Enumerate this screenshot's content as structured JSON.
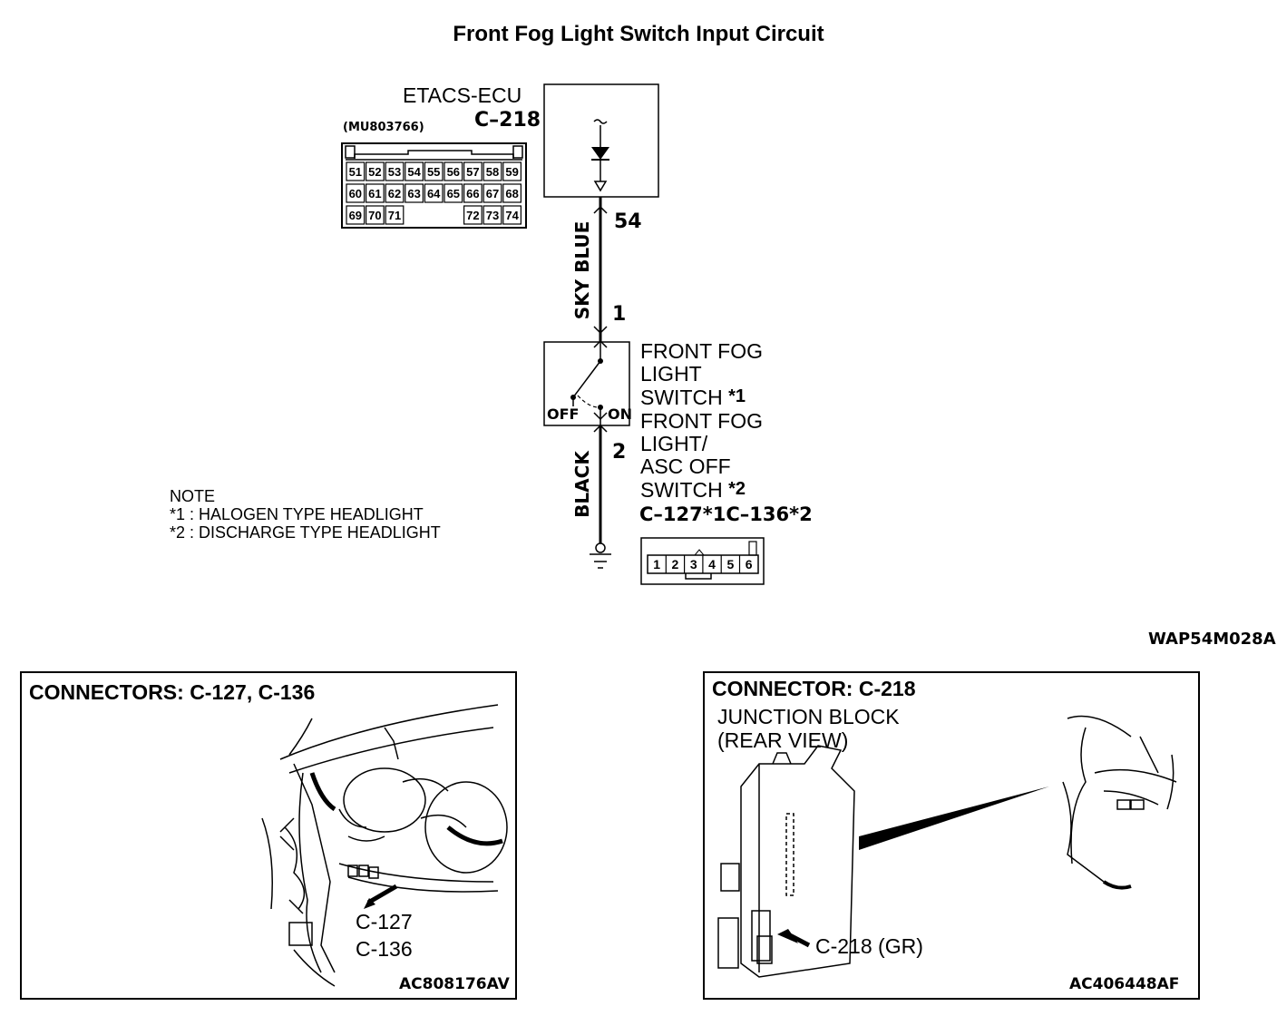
{
  "title": "Front Fog Light Switch Input Circuit",
  "ecu": {
    "name": "ETACS-ECU",
    "connector": "C–218",
    "part_number": "(MU803766)",
    "pins_row1": [
      "51",
      "52",
      "53",
      "54",
      "55",
      "56",
      "57",
      "58",
      "59"
    ],
    "pins_row2": [
      "60",
      "61",
      "62",
      "63",
      "64",
      "65",
      "66",
      "67",
      "68"
    ],
    "pins_row3": [
      "69",
      "70",
      "71",
      "72",
      "73",
      "74"
    ]
  },
  "wires": {
    "top_pin": "54",
    "top_color": "SKY BLUE",
    "switch_pin_in": "1",
    "switch_pin_out": "2",
    "bottom_color": "BLACK"
  },
  "switch": {
    "off_label": "OFF",
    "on_label": "ON",
    "label1_lines": [
      "FRONT FOG",
      "LIGHT",
      "SWITCH"
    ],
    "label1_mark": "*1",
    "label2_lines": [
      "FRONT FOG",
      "LIGHT/",
      "ASC OFF",
      "SWITCH"
    ],
    "label2_mark": "*2",
    "connectors": "C–127*1C–136*2",
    "connector_pins": [
      "1",
      "2",
      "3",
      "4",
      "5",
      "6"
    ]
  },
  "note": {
    "heading": "NOTE",
    "line1": "*1 : HALOGEN TYPE HEADLIGHT",
    "line2": "*2 : DISCHARGE TYPE HEADLIGHT"
  },
  "diagram_code": "WAP54M028A",
  "panel_left": {
    "title": "CONNECTORS: C-127, C-136",
    "callout1": "C-127",
    "callout2": "C-136",
    "code": "AC808176AV"
  },
  "panel_right": {
    "title": "CONNECTOR: C-218",
    "subtitle1": "JUNCTION BLOCK",
    "subtitle2": "(REAR VIEW)",
    "callout": "C-218 (GR)",
    "code": "AC406448AF"
  }
}
